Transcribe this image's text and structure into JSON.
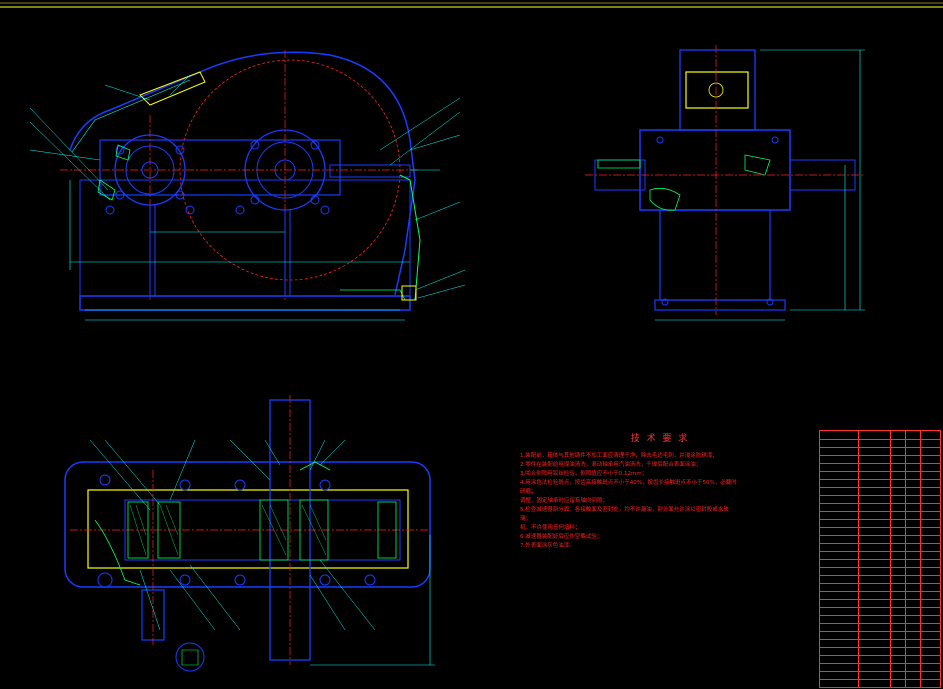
{
  "drawing": {
    "background": "#000000",
    "colors": {
      "outline": "#1a3cff",
      "centerline": "#ff2020",
      "dimension": "#00ffff",
      "hatch": "#00ff66",
      "highlight": "#ffff00",
      "white": "#ffffff",
      "magenta": "#ff40ff"
    },
    "views": [
      {
        "name": "front-view"
      },
      {
        "name": "side-view"
      },
      {
        "name": "top-section-view"
      }
    ]
  },
  "notes": {
    "title": "技 术 要 求",
    "lines": [
      "1.装配前，箱体与其他铸件不加工面应清理干净，除去毛边毛刺，并浸涂防锈漆；",
      "   2.零件在装配前用煤油清洗，滚动轴承用汽油清洗，干燥后配合表面涂油；",
      "3.啮合侧隙用铅丝检验，侧隙值应不小于0.12mm；",
      "4.用涂色法检验斑点，按齿高接触斑点不小于40%，按齿长接触斑点不小于50%，必要时",
      "研磨；",
      "   调整、固定轴承时应留有轴向间隙；",
      "5.检查减速器剖分面、各接触面及密封处，均不许漏油，剖分面允许涂以密封胶或水玻",
      "璃；",
      "   机，不许使用任何填料；",
      "6.减速器装配好后应作空载试验；",
      "7.外表面涂灰色油漆。"
    ]
  },
  "bom": {
    "rows": 32
  }
}
